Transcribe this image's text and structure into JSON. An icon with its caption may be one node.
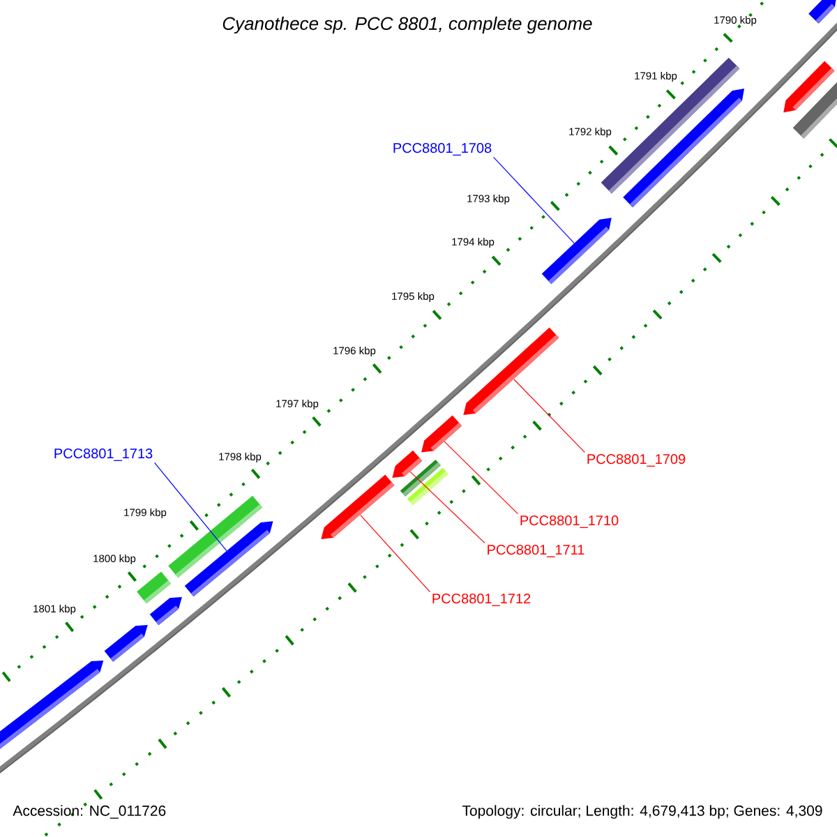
{
  "diagram": {
    "title": "Cyanothece sp. PCC 8801, complete genome",
    "nodes": [
      {
        "text": [
          "PCC8801_1708"
        ]
      },
      {
        "text": [
          "PCC8801_1713"
        ]
      },
      {
        "text": [
          "PCC8801_1709"
        ]
      },
      {
        "text": [
          "PCC8801_1710"
        ]
      },
      {
        "text": [
          "PCC8801_1711"
        ]
      },
      {
        "text": [
          "PCC8801_1712"
        ]
      },
      {
        "text": [],
        "shape": "bar"
      },
      {
        "text": [],
        "shape": "bar"
      },
      {
        "text": [],
        "shape": "bar"
      },
      {
        "text": [],
        "shape": "bar"
      },
      {
        "text": [],
        "shape": "bar"
      },
      {
        "text": [],
        "shape": "bar"
      }
    ],
    "edges": [
      {
        "from": 0,
        "to": 6,
        "arrow": "none",
        "color": "#0000ff"
      },
      {
        "from": 1,
        "to": 11,
        "arrow": "none",
        "color": "#0000ff"
      },
      {
        "from": 2,
        "to": 7,
        "arrow": "none"
      },
      {
        "from": 3,
        "to": 8,
        "arrow": "none"
      },
      {
        "from": 4,
        "to": 9,
        "arrow": "none"
      },
      {
        "from": 5,
        "to": 10,
        "arrow": "none"
      }
    ],
    "labels": [
      "1790 kbp",
      "1791 kbp",
      "1792 kbp",
      "1793 kbp",
      "1794 kbp",
      "1795 kbp",
      "1796 kbp",
      "1797 kbp",
      "1798 kbp",
      "1799 kbp",
      "1800 kbp",
      "1801 kbp",
      "Accession: NC_011726",
      "Topology: circular; Length: 4,679,413 bp; Genes: 4,309"
    ]
  }
}
